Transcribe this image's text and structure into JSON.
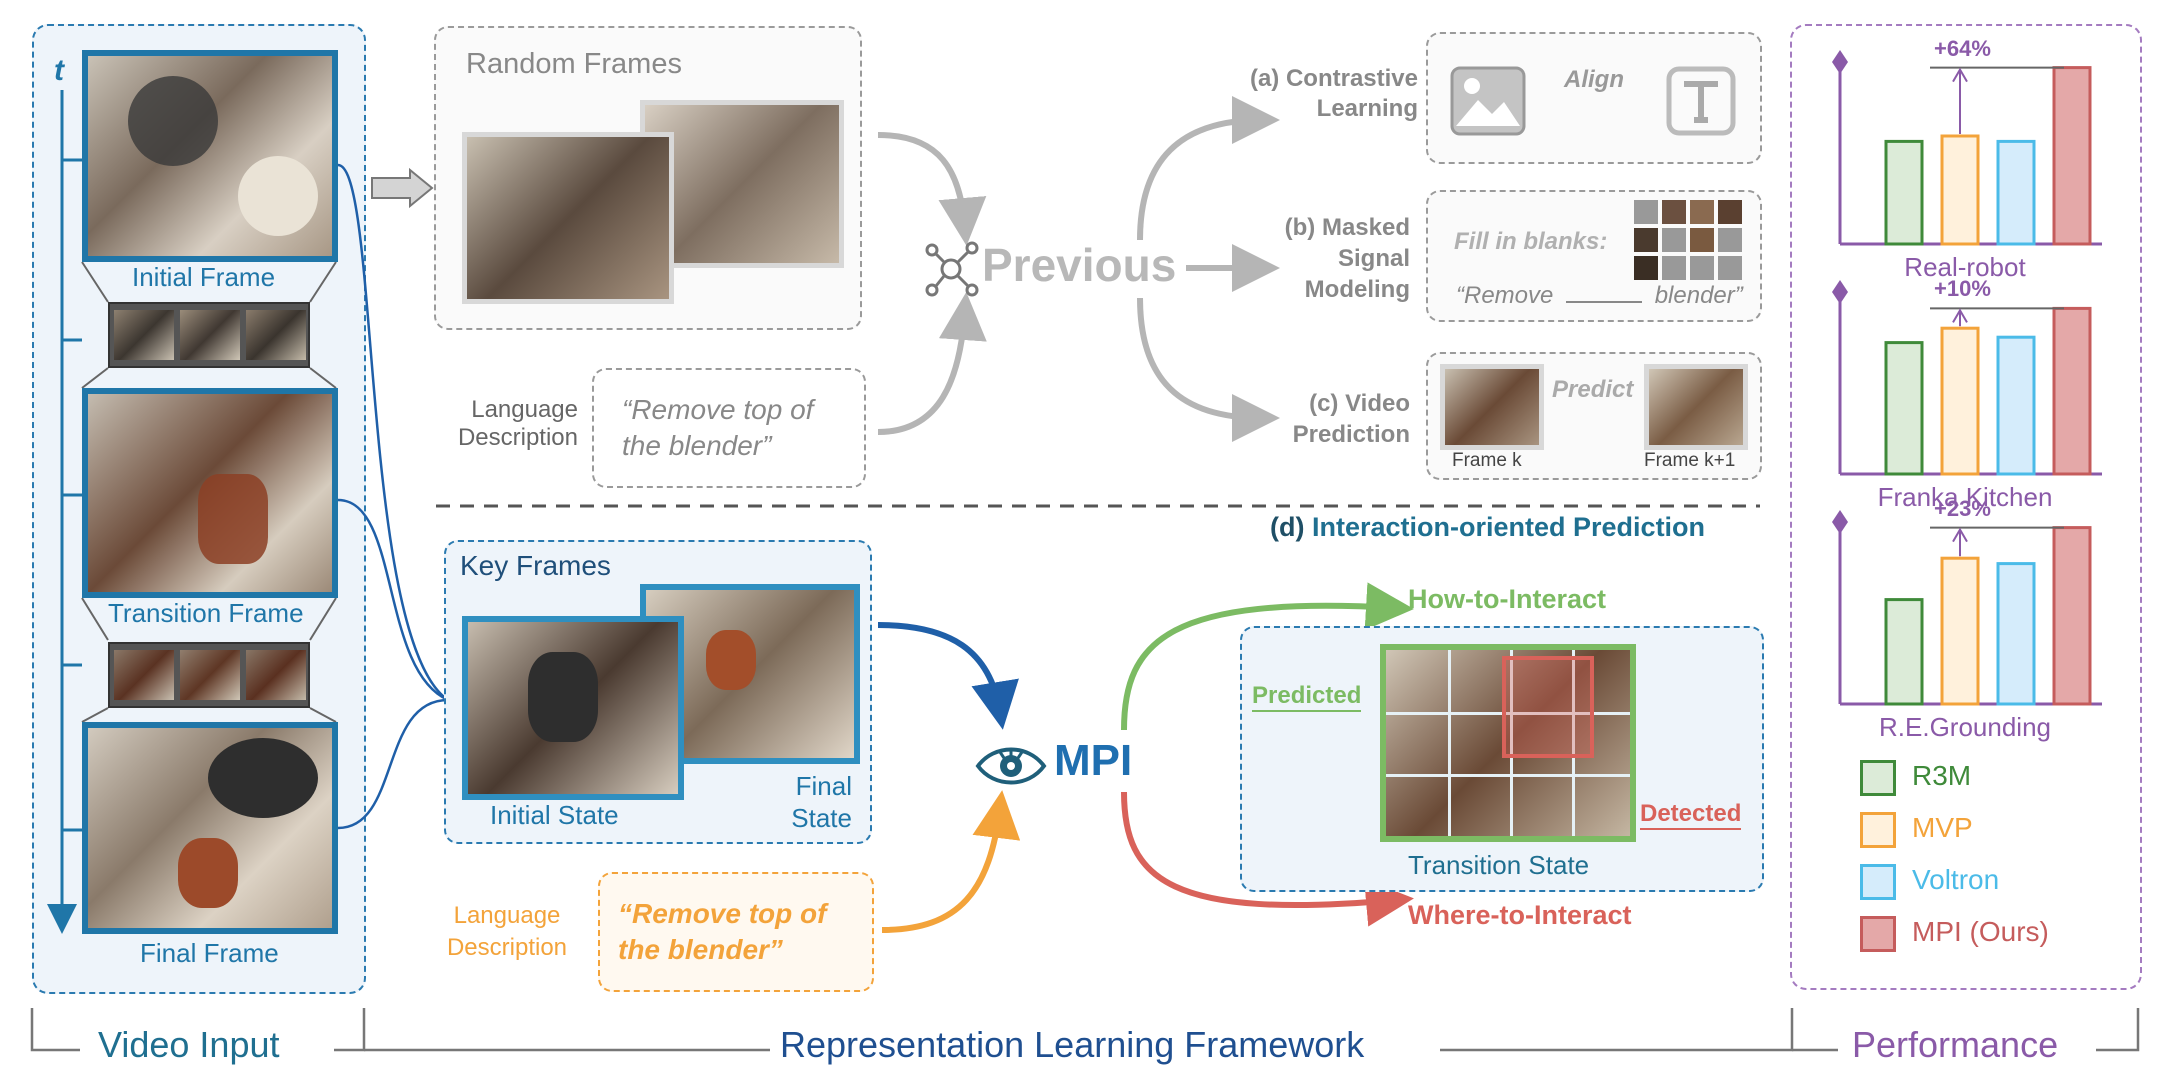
{
  "video_input": {
    "time_axis": "t",
    "initial_frame": "Initial Frame",
    "transition_frame": "Transition Frame",
    "final_frame": "Final Frame",
    "section_label": "Video Input"
  },
  "previous": {
    "random_frames": "Random Frames",
    "language_label_1": "Language",
    "language_label_2": "Description",
    "quote_line1": "“Remove top of",
    "quote_line2": "the blender”",
    "hub_label": "Previous",
    "a_label_1": "(a) Contrastive",
    "a_label_2": "Learning",
    "a_align": "Align",
    "b_label_1": "(b) Masked",
    "b_label_2": "Signal",
    "b_label_3": "Modeling",
    "b_fill": "Fill in blanks:",
    "b_remove": "“Remove",
    "b_blender": "blender”",
    "c_label_1": "(c) Video",
    "c_label_2": "Prediction",
    "c_predict": "Predict",
    "c_frame_k": "Frame k",
    "c_frame_k1": "Frame k+1"
  },
  "mpi": {
    "key_frames": "Key Frames",
    "initial_state": "Initial State",
    "final_state_1": "Final",
    "final_state_2": "State",
    "language_label_1": "Language",
    "language_label_2": "Description",
    "quote_line1": "“Remove top of",
    "quote_line2": "the blender”",
    "hub_label": "MPI",
    "d_label_prefix": "(d)",
    "d_label": "Interaction-oriented Prediction",
    "how": "How-to-Interact",
    "where": "Where-to-Interact",
    "predicted": "Predicted",
    "detected": "Detected",
    "transition_state": "Transition State"
  },
  "performance": {
    "section_label": "Performance",
    "legend": [
      "R3M",
      "MVP",
      "Voltron",
      "MPI (Ours)"
    ],
    "colors": {
      "R3M": {
        "fill": "#dcebd8",
        "stroke": "#3f8a3a"
      },
      "MVP": {
        "fill": "#fff1dc",
        "stroke": "#f3a33a"
      },
      "Voltron": {
        "fill": "#d5ecfb",
        "stroke": "#4bbbe8"
      },
      "MPI (Ours)": {
        "fill": "#e4a8a8",
        "stroke": "#c55c5c"
      }
    }
  },
  "bottom": {
    "framework_label": "Representation Learning Framework"
  },
  "chart_data": [
    {
      "type": "bar",
      "title": "Real-robot",
      "categories": [
        "R3M",
        "MVP",
        "Voltron",
        "MPI (Ours)"
      ],
      "values": [
        0.57,
        0.6,
        0.57,
        0.98
      ],
      "annotation": "+64%"
    },
    {
      "type": "bar",
      "title": "Franka Kitchen",
      "categories": [
        "R3M",
        "MVP",
        "Voltron",
        "MPI (Ours)"
      ],
      "values": [
        0.73,
        0.81,
        0.76,
        0.92
      ],
      "annotation": "+10%"
    },
    {
      "type": "bar",
      "title": "R.E.Grounding",
      "categories": [
        "R3M",
        "MVP",
        "Voltron",
        "MPI (Ours)"
      ],
      "values": [
        0.58,
        0.81,
        0.78,
        0.98
      ],
      "annotation": "+23%"
    }
  ]
}
